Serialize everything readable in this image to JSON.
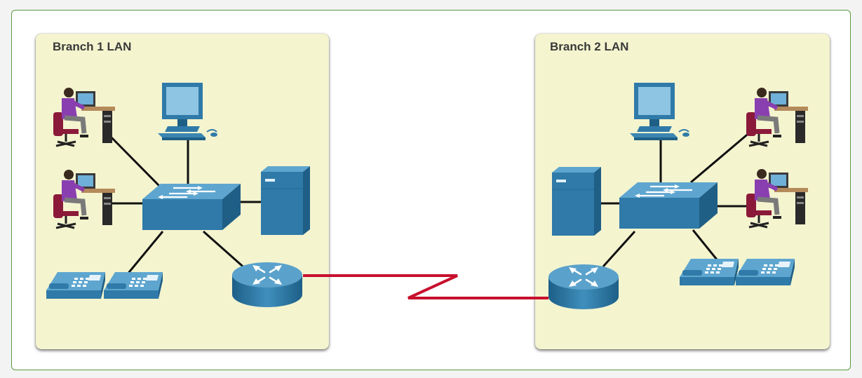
{
  "lans": [
    {
      "title": "Branch 1 LAN"
    },
    {
      "title": "Branch 2 LAN"
    }
  ],
  "colors": {
    "device_blue": "#2f7aa8",
    "device_light": "#5fa6cc",
    "device_dark": "#1f5f86",
    "wan_link": "#c8102e",
    "lan_background": "#f4f4cf",
    "border": "#5b9a43"
  },
  "devices": {
    "branch1": [
      "user-workstation",
      "user-workstation",
      "desktop-pc",
      "switch",
      "server",
      "ip-phone",
      "router"
    ],
    "branch2": [
      "desktop-pc",
      "user-workstation",
      "user-workstation",
      "switch",
      "server",
      "ip-phone",
      "router"
    ]
  }
}
